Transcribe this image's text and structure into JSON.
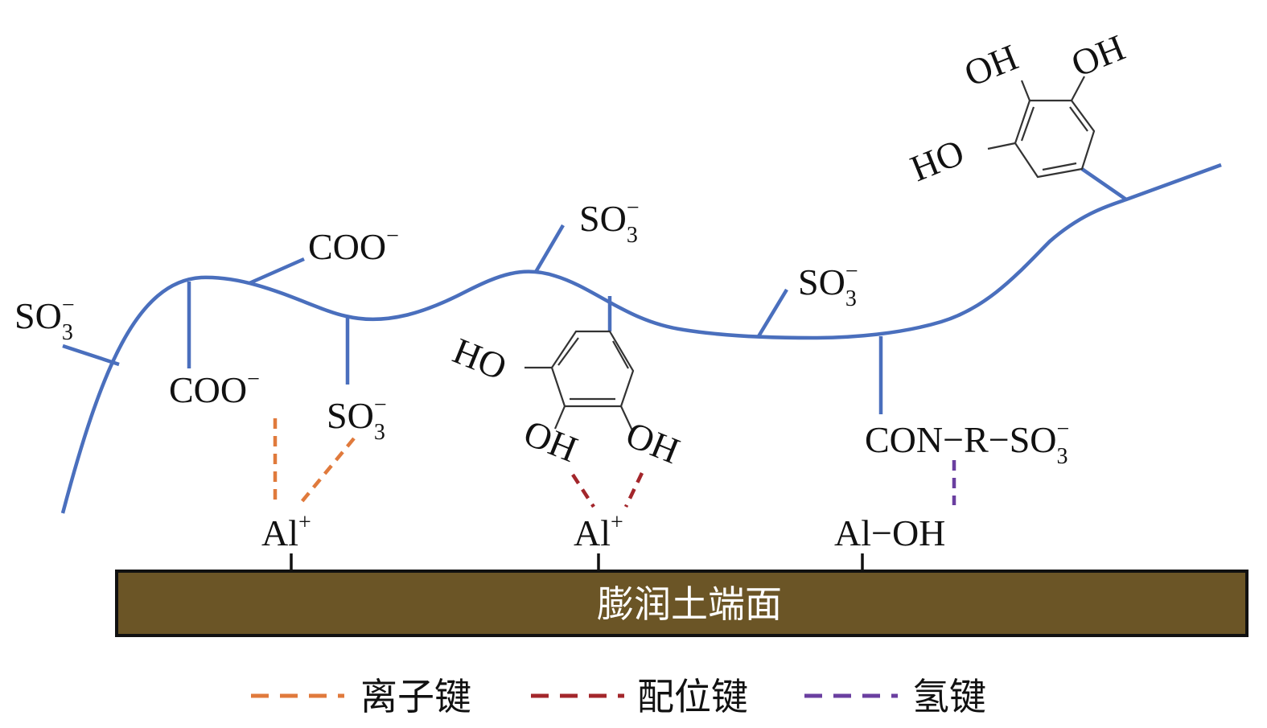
{
  "colors": {
    "chain": "#4a6fbd",
    "ionic_bond": "#e07a3c",
    "coordinate_bond": "#a3262b",
    "hydrogen_bond": "#6a3fa0",
    "surface_fill": "#6b5526",
    "surface_text": "#ffffff"
  },
  "groups": {
    "so3_left": "SO",
    "coo_top": "COO",
    "coo_low": "COO",
    "so3_low": "SO",
    "so3_mid_top": "SO",
    "so3_right_mid": "SO",
    "con_chain": "CON−R−SO",
    "sub3": "3",
    "minus": "−",
    "plus": "+"
  },
  "phenol_left": {
    "ho": "HO",
    "oh1": "OH",
    "oh2": "OH"
  },
  "phenol_right": {
    "oh1": "OH",
    "oh2": "OH",
    "ho": "HO"
  },
  "surface_sites": {
    "al1": "Al",
    "al2": "Al",
    "aloh": "Al−OH"
  },
  "surface": {
    "label": "膨润土端面"
  },
  "legend": {
    "items": [
      {
        "label": "离子键",
        "color": "#e07a3c"
      },
      {
        "label": "配位键",
        "color": "#a3262b"
      },
      {
        "label": "氢键",
        "color": "#6a3fa0"
      }
    ]
  }
}
